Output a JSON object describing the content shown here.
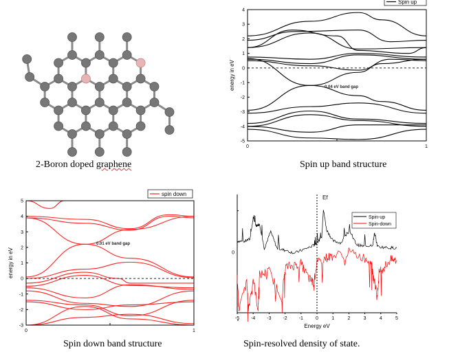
{
  "captions": {
    "molecule": "2-Boron doped graphene",
    "spin_up": "Spin up band structure",
    "spin_down": "Spin down band structure",
    "dos": "Spin-resolved density of state."
  },
  "molecule": {
    "title_part1": "2-Boron doped ",
    "title_part2": "graphene",
    "atom_color": "#777777",
    "boron_color": "#e8b4b4"
  },
  "chart_data": [
    {
      "type": "line",
      "title": "Spin up band structure",
      "ylabel": "energy in eV",
      "xlim": [
        0,
        1
      ],
      "ylim": [
        -5,
        4
      ],
      "xticks": [
        "0",
        "1"
      ],
      "yticks": [
        "4",
        "3",
        "2",
        "1",
        "0",
        "-1",
        "-2",
        "-3",
        "-4",
        "-5"
      ],
      "legend": "Spin up",
      "legend_position": "top-right",
      "annotation": "0.04 eV band gap",
      "color": "#000000",
      "fermi_level": 0,
      "bands": [
        [
          [
            0,
            2.2
          ],
          [
            0.35,
            3.2
          ],
          [
            0.62,
            3.8
          ],
          [
            0.75,
            3.3
          ],
          [
            1,
            2.2
          ]
        ],
        [
          [
            0,
            1.9
          ],
          [
            0.27,
            2.5
          ],
          [
            0.62,
            2.6
          ],
          [
            0.8,
            1.8
          ],
          [
            1,
            1.9
          ]
        ],
        [
          [
            0,
            1.4
          ],
          [
            0.35,
            2.4
          ],
          [
            0.62,
            1.3
          ],
          [
            1,
            1.4
          ]
        ],
        [
          [
            0,
            1.4
          ],
          [
            0.25,
            2.6
          ],
          [
            0.5,
            2.2
          ],
          [
            0.62,
            1.2
          ],
          [
            0.9,
            1.0
          ],
          [
            1,
            1.4
          ]
        ],
        [
          [
            0,
            0.75
          ],
          [
            0.35,
            0.6
          ],
          [
            0.62,
            1.0
          ],
          [
            1,
            0.75
          ]
        ],
        [
          [
            0,
            0.6
          ],
          [
            0.35,
            0.3
          ],
          [
            0.62,
            0.9
          ],
          [
            1,
            0.6
          ]
        ],
        [
          [
            0,
            0.5
          ],
          [
            0.35,
            0.15
          ],
          [
            0.62,
            -0.15
          ],
          [
            0.8,
            0.6
          ],
          [
            1,
            0.5
          ]
        ],
        [
          [
            0,
            0.65
          ],
          [
            0.35,
            -1.2
          ],
          [
            0.62,
            -1.9
          ],
          [
            0.75,
            -2.3
          ],
          [
            1,
            -2.9
          ]
        ],
        [
          [
            0,
            -2.9
          ],
          [
            0.35,
            -1.2
          ],
          [
            0.62,
            -0.3
          ],
          [
            0.75,
            0.3
          ],
          [
            1,
            0.6
          ]
        ],
        [
          [
            0,
            -3.1
          ],
          [
            0.35,
            -2.65
          ],
          [
            0.62,
            -2.4
          ],
          [
            1,
            -3.1
          ]
        ],
        [
          [
            0,
            -3.8
          ],
          [
            0.35,
            -2.95
          ],
          [
            0.62,
            -3.5
          ],
          [
            1,
            -3.8
          ]
        ],
        [
          [
            0,
            -4.0
          ],
          [
            0.35,
            -3.2
          ],
          [
            0.62,
            -3.6
          ],
          [
            1,
            -4.0
          ]
        ],
        [
          [
            0,
            -4.0
          ],
          [
            0.35,
            -4.4
          ],
          [
            0.62,
            -3.9
          ],
          [
            1,
            -3.9
          ]
        ],
        [
          [
            0,
            -4.2
          ],
          [
            0.35,
            -4.8
          ],
          [
            0.62,
            -4.9
          ],
          [
            1,
            -4.2
          ]
        ]
      ]
    },
    {
      "type": "line",
      "title": "Spin down band structure",
      "ylabel": "energy in eV",
      "xlim": [
        0,
        1
      ],
      "ylim": [
        -3,
        5
      ],
      "xticks": [
        "0",
        "1"
      ],
      "yticks": [
        "5",
        "4",
        "3",
        "2",
        "1",
        "0",
        "-1",
        "-2",
        "-3"
      ],
      "legend": "spin down",
      "legend_position": "top-right",
      "annotation": "0.01 eV band gap",
      "color": "#ff2020",
      "fermi_level": 0,
      "bands": [
        [
          [
            0,
            5
          ],
          [
            0.14,
            4.5
          ],
          [
            0.23,
            5
          ]
        ],
        [
          [
            0,
            4.0
          ],
          [
            0.35,
            3.8
          ],
          [
            0.62,
            3.2
          ],
          [
            0.85,
            4.1
          ],
          [
            1,
            4.0
          ]
        ],
        [
          [
            0,
            3.9
          ],
          [
            0.35,
            3.55
          ],
          [
            0.62,
            3.1
          ],
          [
            0.85,
            4.0
          ],
          [
            1,
            3.9
          ]
        ],
        [
          [
            0,
            3.9
          ],
          [
            0.35,
            2.2
          ],
          [
            0.62,
            1.3
          ],
          [
            1,
            0.1
          ]
        ],
        [
          [
            0,
            0.1
          ],
          [
            0.35,
            2.2
          ],
          [
            0.62,
            3.15
          ],
          [
            1,
            4.0
          ]
        ],
        [
          [
            0,
            0.0
          ],
          [
            0.35,
            0.6
          ],
          [
            0.62,
            1.05
          ],
          [
            1,
            0.05
          ]
        ],
        [
          [
            0,
            -0.3
          ],
          [
            0.35,
            0.4
          ],
          [
            0.55,
            0
          ],
          [
            0.62,
            -0.3
          ],
          [
            1,
            -0.3
          ]
        ],
        [
          [
            0,
            -0.5
          ],
          [
            0.35,
            0.2
          ],
          [
            0.62,
            -0.45
          ],
          [
            1,
            -0.6
          ]
        ],
        [
          [
            0,
            -0.6
          ],
          [
            0.35,
            -1.25
          ],
          [
            0.62,
            -0.4
          ],
          [
            1,
            -0.7
          ]
        ],
        [
          [
            0,
            -0.8
          ],
          [
            0.35,
            -1.6
          ],
          [
            0.62,
            -1.8
          ],
          [
            1,
            -0.8
          ]
        ],
        [
          [
            0,
            -1.4
          ],
          [
            0.35,
            -1.7
          ],
          [
            0.62,
            -2.4
          ],
          [
            1,
            -1.4
          ]
        ],
        [
          [
            0,
            -1.5
          ],
          [
            0.35,
            -2.0
          ],
          [
            0.62,
            -1.7
          ],
          [
            1,
            -1.5
          ]
        ],
        [
          [
            0,
            -3.0
          ],
          [
            0.35,
            -1.8
          ],
          [
            0.62,
            -2.6
          ],
          [
            1,
            -3.0
          ]
        ],
        [
          [
            0,
            -3.0
          ],
          [
            0.35,
            -2.5
          ],
          [
            0.62,
            -2.3
          ],
          [
            1,
            -2.9
          ]
        ]
      ]
    },
    {
      "type": "line",
      "title": "Spin-resolved density of state.",
      "xlabel": "Energy eV",
      "xlim": [
        -5,
        5
      ],
      "xticks": [
        "-5",
        "-4",
        "-3",
        "-2",
        "-1",
        "0",
        "1",
        "2",
        "3",
        "4",
        "5"
      ],
      "yticks": [
        "0"
      ],
      "fermi_label": "Ef",
      "legend_position": "top-right",
      "series": [
        {
          "name": "Spin-up",
          "color": "#000000",
          "x": [
            -5,
            -4.6,
            -4.2,
            -4.0,
            -3.8,
            -3.6,
            -3.3,
            -2.9,
            -2.5,
            -2.0,
            -1.4,
            -0.8,
            -0.2,
            0,
            0.3,
            0.4,
            0.6,
            1.0,
            1.5,
            2.0,
            2.5,
            3.0,
            3.5,
            3.6,
            3.8,
            4.5,
            5
          ],
          "y": [
            0.3,
            0.28,
            0.35,
            0.9,
            0.7,
            0.75,
            0.1,
            0.55,
            0.1,
            0.05,
            -0.02,
            0.08,
            0.18,
            0.25,
            0.4,
            1.15,
            0.6,
            0.3,
            0.25,
            0.55,
            0.2,
            0.15,
            0.2,
            0.5,
            0.15,
            0.12,
            0.12
          ]
        },
        {
          "name": "Spin-down",
          "color": "#ff0000",
          "x": [
            -5,
            -4.9,
            -4.4,
            -4.3,
            -4.0,
            -3.7,
            -3.6,
            -3.0,
            -2.2,
            -2.0,
            -1.5,
            -1.0,
            -0.5,
            -0.2,
            0,
            0.5,
            1.0,
            2.0,
            3.0,
            3.4,
            3.5,
            3.8,
            3.9,
            4.2,
            4.6,
            5
          ],
          "y": [
            -0.7,
            -1.5,
            -0.8,
            -1.5,
            -0.7,
            -1.5,
            -0.6,
            -0.5,
            -1.2,
            -0.4,
            -0.35,
            -0.3,
            -0.7,
            -0.8,
            -0.3,
            -0.15,
            -0.1,
            0,
            -0.15,
            -0.25,
            -0.6,
            -1.1,
            -0.5,
            -0.4,
            -0.2,
            -0.22
          ]
        }
      ]
    }
  ]
}
